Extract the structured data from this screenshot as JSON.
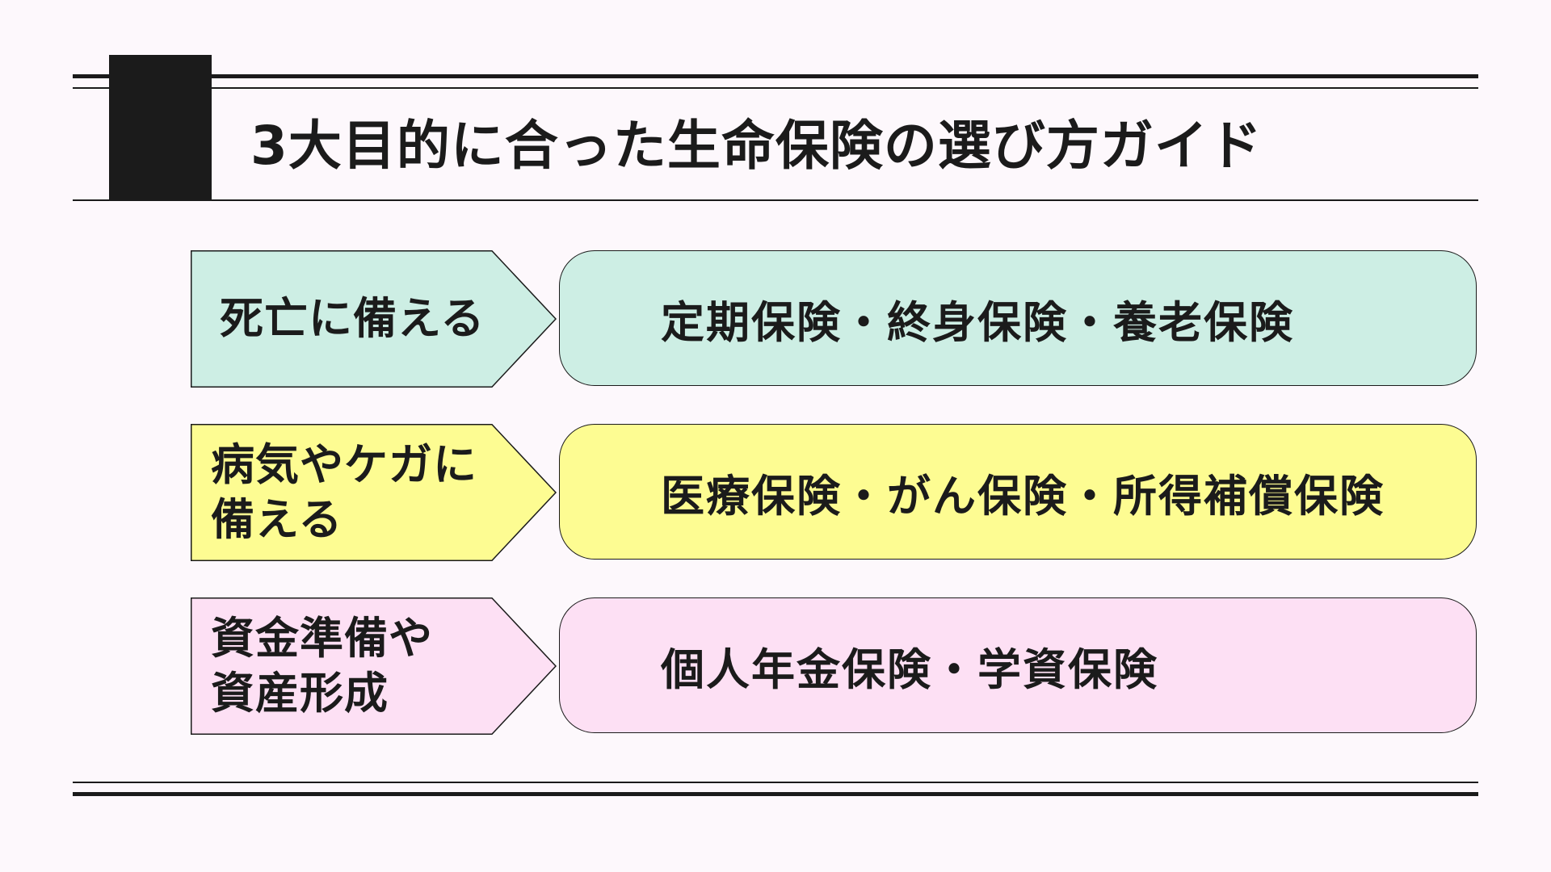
{
  "title": "3大目的に合った生命保険の選び方ガイド",
  "colors": {
    "background": "#fdf8fc",
    "ink": "#1b1b1b",
    "mint": "#cdeee4",
    "yellow": "#fdfc92",
    "pink": "#fde0f4"
  },
  "rows": [
    {
      "purpose": "死亡に備える",
      "insurance": "定期保険・終身保険・養老保険",
      "color": "#cdeee4"
    },
    {
      "purpose": "病気やケガに\n備える",
      "insurance": "医療保険・がん保険・所得補償保険",
      "color": "#fdfc92"
    },
    {
      "purpose": "資金準備や\n資産形成",
      "insurance": "個人年金保険・学資保険",
      "color": "#fde0f4"
    }
  ]
}
